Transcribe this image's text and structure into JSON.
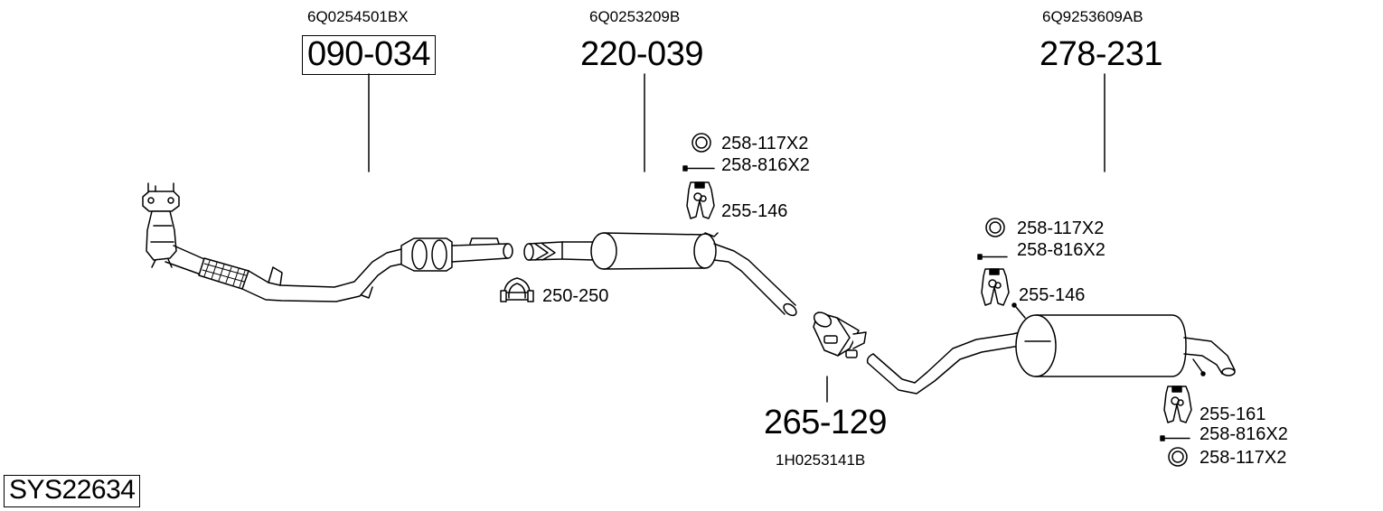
{
  "system": {
    "code": "SYS22634"
  },
  "sections": [
    {
      "oem": "6Q0254501BX",
      "part_no": "090-034"
    },
    {
      "oem": "6Q0253209B",
      "part_no": "220-039"
    },
    {
      "oem": "6Q9253609AB",
      "part_no": "278-231"
    },
    {
      "oem": "1H0253141B",
      "part_no": "265-129"
    }
  ],
  "accessories": {
    "front_clamp": "250-250",
    "middle": [
      "258-117X2",
      "258-816X2",
      "255-146"
    ],
    "rear_top": [
      "258-117X2",
      "258-816X2",
      "255-146"
    ],
    "rear_bottom": [
      "255-161",
      "258-816X2",
      "258-117X2"
    ]
  },
  "icons": [
    "ring-icon",
    "bolt-icon",
    "rubber-hanger-icon",
    "u-clamp-icon",
    "sleeve-clamp-icon"
  ],
  "colors": {
    "stroke": "#000000",
    "fill": "#ffffff",
    "shade": "#d8d8d8"
  }
}
